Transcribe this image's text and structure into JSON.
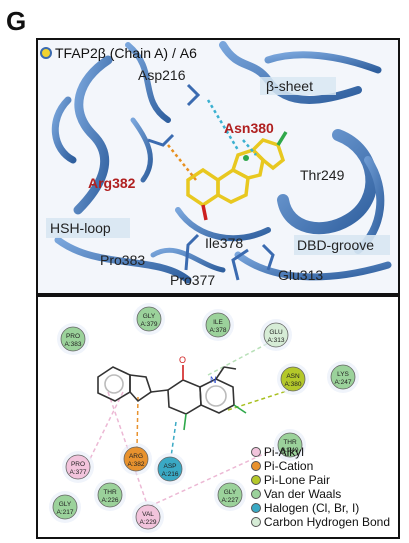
{
  "panel_letter": "G",
  "structure": {
    "title": "TFAP2β (Chain A) / A6",
    "labels": {
      "asp216": "Asp216",
      "beta_sheet": "β-sheet",
      "asn380": "Asn380",
      "arg382": "Arg382",
      "thr249": "Thr249",
      "hsh_loop": "HSH-loop",
      "ile378": "Ile378",
      "dbd_groove": "DBD-groove",
      "pro383": "Pro383",
      "pro377": "Pro377",
      "glu313": "Glu313"
    }
  },
  "residues": [
    {
      "id": "gly379",
      "name": "GLY",
      "num": "A:379",
      "type": "vdw"
    },
    {
      "id": "ile378",
      "name": "ILE",
      "num": "A:378",
      "type": "vdw"
    },
    {
      "id": "glu313",
      "name": "GLU",
      "num": "A:313",
      "type": "ch"
    },
    {
      "id": "pro383",
      "name": "PRO",
      "num": "A:383",
      "type": "vdw"
    },
    {
      "id": "lys247",
      "name": "LYS",
      "num": "A:247",
      "type": "vdw"
    },
    {
      "id": "asn380",
      "name": "ASN",
      "num": "A:380",
      "type": "pilone"
    },
    {
      "id": "pro377",
      "name": "PRO",
      "num": "A:377",
      "type": "pialkyl"
    },
    {
      "id": "arg382",
      "name": "ARG",
      "num": "A:382",
      "type": "pication"
    },
    {
      "id": "asp216",
      "name": "ASP",
      "num": "A:216",
      "type": "halogen"
    },
    {
      "id": "thr249",
      "name": "THR",
      "num": "A:249",
      "type": "vdw"
    },
    {
      "id": "thr226",
      "name": "THR",
      "num": "A:226",
      "type": "vdw"
    },
    {
      "id": "gly227",
      "name": "GLY",
      "num": "A:227",
      "type": "vdw"
    },
    {
      "id": "gly217",
      "name": "GLY",
      "num": "A:217",
      "type": "vdw"
    },
    {
      "id": "val229",
      "name": "VAL",
      "num": "A:229",
      "type": "pialkyl"
    }
  ],
  "legend": [
    {
      "label": "Pi-Alkyl",
      "color": "#f2c4dc"
    },
    {
      "label": "Pi-Cation",
      "color": "#e8922e"
    },
    {
      "label": "Pi-Lone Pair",
      "color": "#b4c82a"
    },
    {
      "label": "Van der Waals",
      "color": "#9bd29b"
    },
    {
      "label": "Halogen (Cl, Br, I)",
      "color": "#3aa9c4"
    },
    {
      "label": "Carbon Hydrogen Bond",
      "color": "#d6ecd6"
    }
  ],
  "colors": {
    "ribbon": "#4a7fc0",
    "ligand": "#f0d230",
    "label_red": "#b02020"
  }
}
